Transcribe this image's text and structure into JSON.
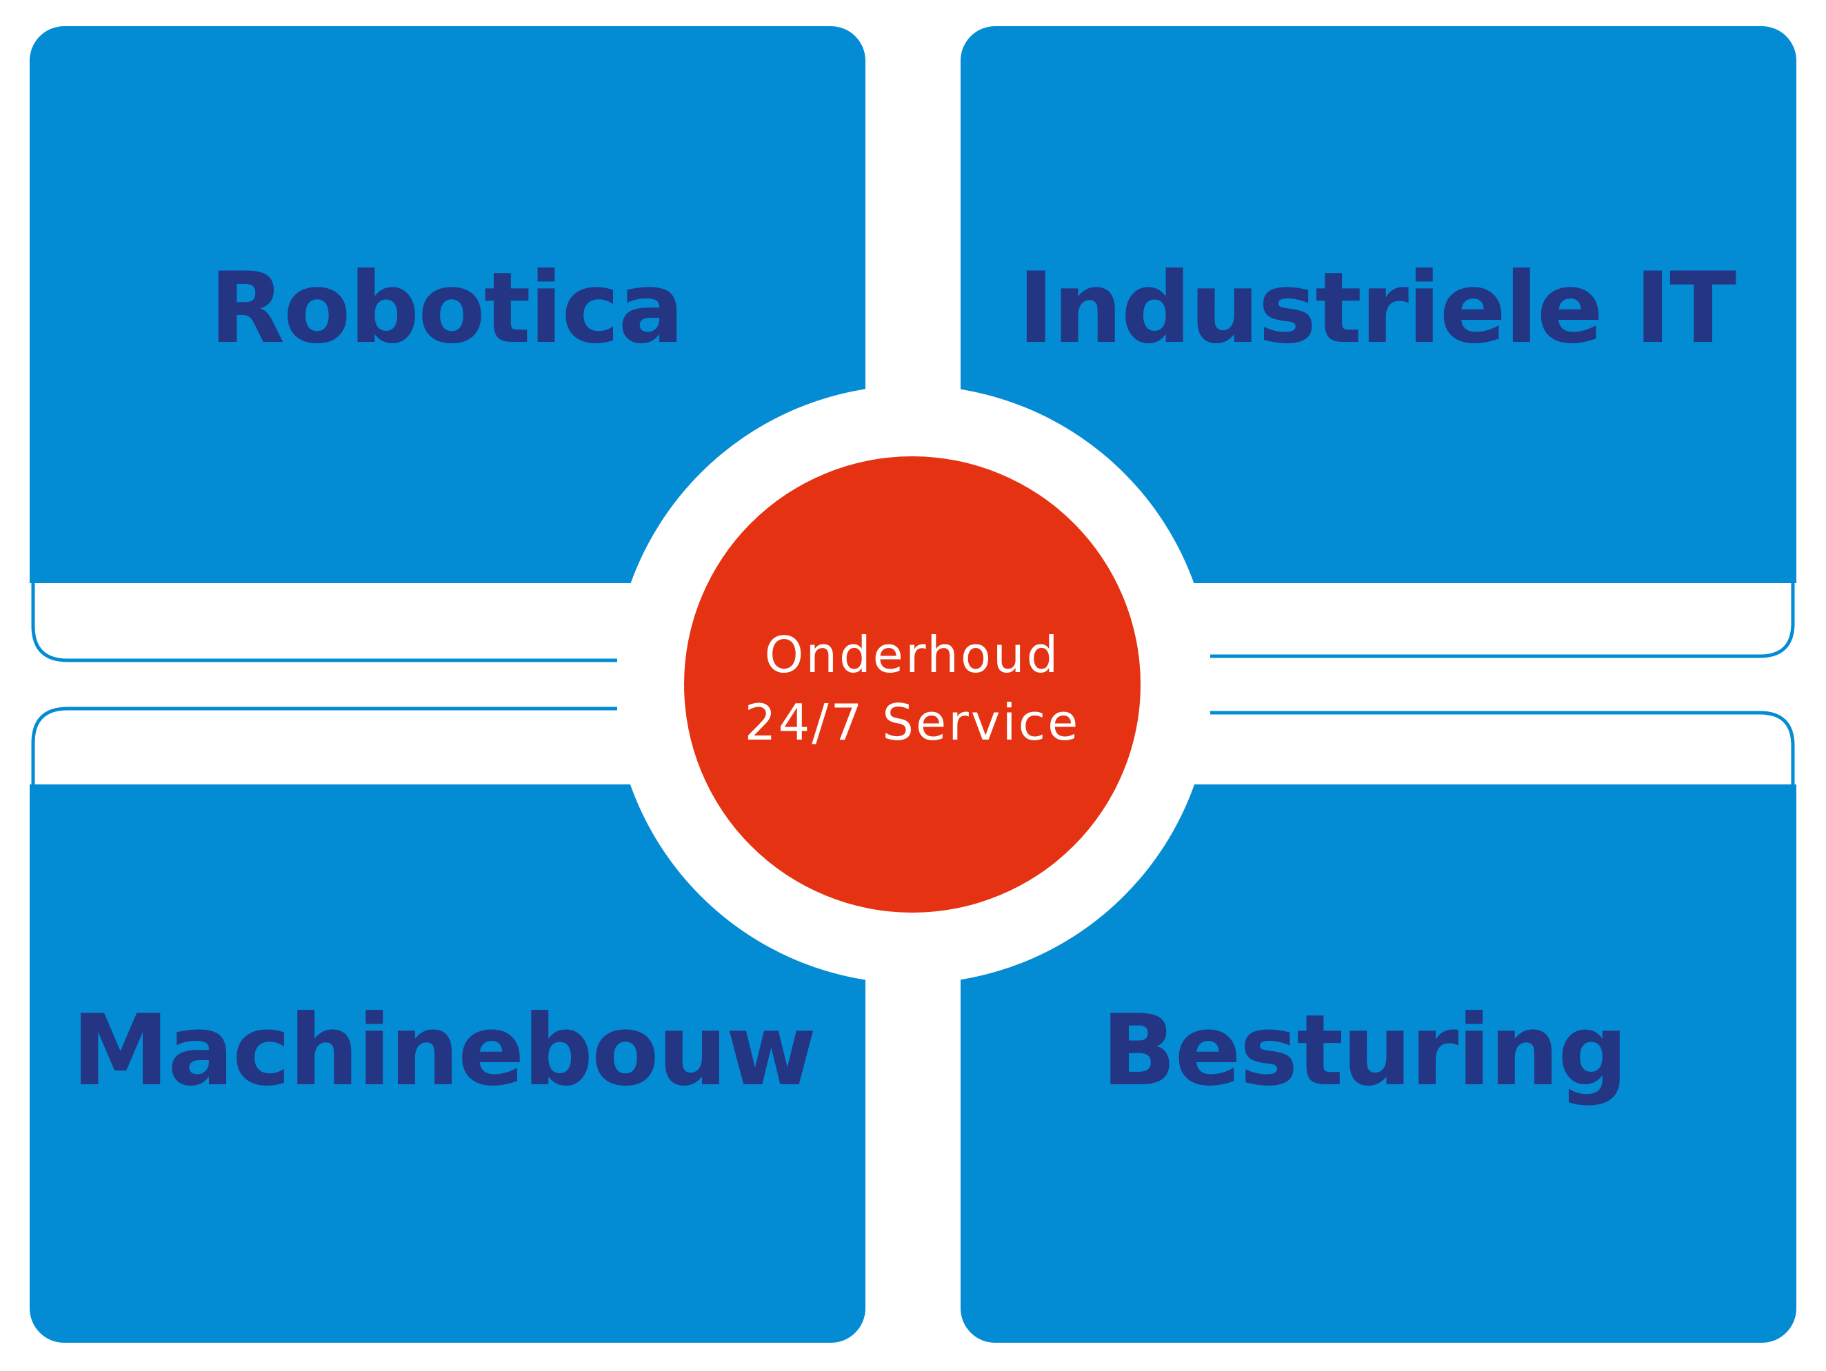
{
  "quadrants": [
    {
      "label": "Robotica"
    },
    {
      "label": "Industriele IT"
    },
    {
      "label": "Machinebouw"
    },
    {
      "label": "Besturing"
    }
  ],
  "center": {
    "line1": "Onderhoud",
    "line2": "24/7 Service"
  },
  "colors": {
    "tile": "#038bd4",
    "label": "#233583",
    "center": "#e43212",
    "background": "#ffffff"
  }
}
